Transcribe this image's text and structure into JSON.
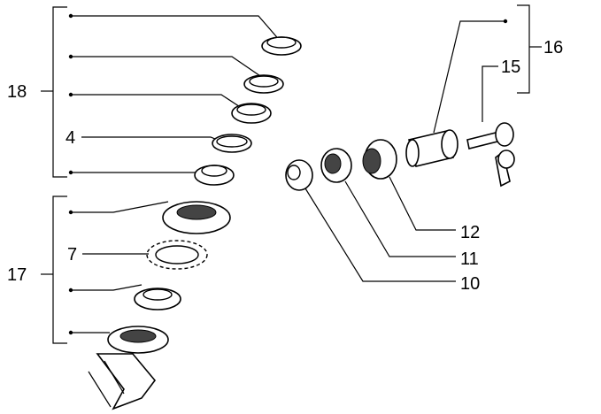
{
  "diagram": {
    "labels": {
      "l18": "18",
      "l4": "4",
      "l17": "17",
      "l7": "7",
      "l16": "16",
      "l15": "15",
      "l12": "12",
      "l11": "11",
      "l10": "10"
    }
  }
}
